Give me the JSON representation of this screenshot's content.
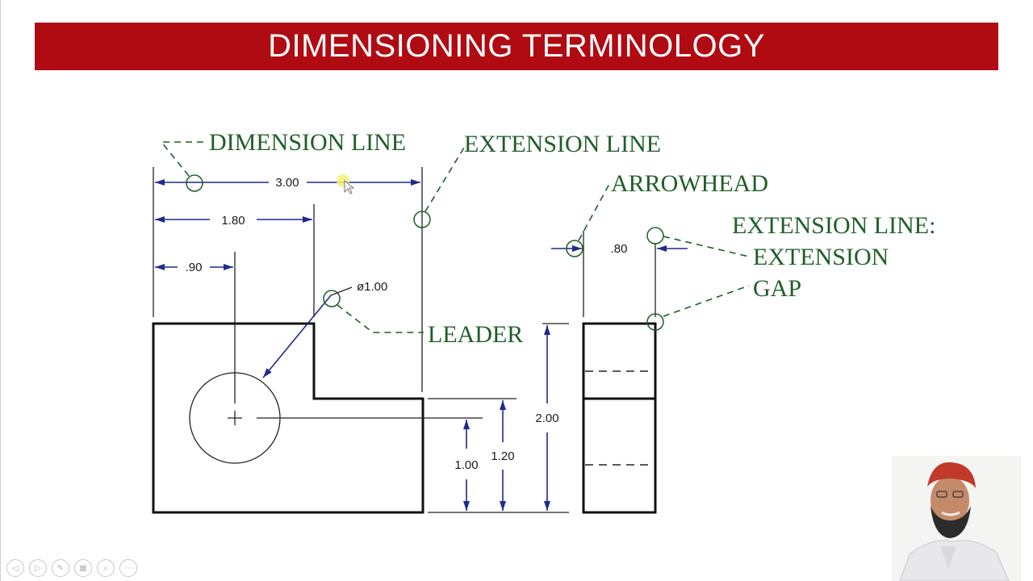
{
  "title": "DIMENSIONING TERMINOLOGY",
  "terms": {
    "dimension_line": "DIMENSION LINE",
    "extension_line": "EXTENSION LINE",
    "arrowhead": "ARROWHEAD",
    "extension_line_colon": "EXTENSION LINE:",
    "extension": "EXTENSION",
    "gap": "GAP",
    "leader": "LEADER"
  },
  "dimensions": {
    "overall_width": "3.00",
    "step_width": "1.80",
    "hole_offset": ".90",
    "hole_diameter": "ø1.00",
    "hole_height": "1.00",
    "step_height": "1.20",
    "overall_height": "2.00",
    "side_width": ".80"
  },
  "colors": {
    "title_bar": "#b00a12",
    "term_text": "#1f5e29",
    "dimension_lines": "#1f2a8a"
  },
  "controls": [
    "prev-icon",
    "next-icon",
    "pen-icon",
    "slides-icon",
    "zoom-icon",
    "more-icon"
  ]
}
